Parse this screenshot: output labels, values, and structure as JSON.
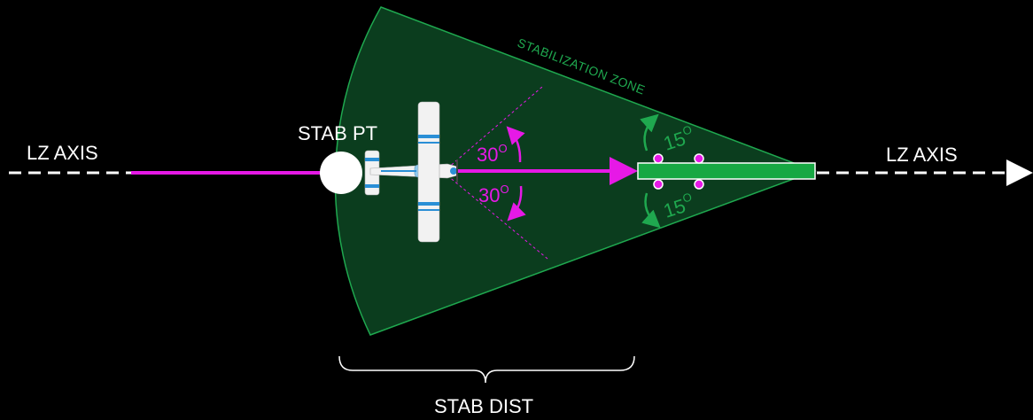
{
  "labels": {
    "lz_axis_left": "LZ AXIS",
    "lz_axis_right": "LZ AXIS",
    "stab_pt": "STAB PT",
    "stab_dist": "STAB DIST",
    "zone": "STABILIZATION ZONE",
    "angle_upper_30": "30",
    "angle_lower_30": "30",
    "angle_upper_15": "15",
    "angle_lower_15": "15",
    "degree_symbol": "O"
  },
  "colors": {
    "background": "#000000",
    "zone_fill": "#0b3d1e",
    "zone_stroke": "#1fa84f",
    "track": "#e619e6",
    "landing_zone": "#17a843",
    "axis": "#ffffff"
  },
  "icons": {
    "aircraft": "aircraft-top-view-icon",
    "stab_point": "circle-marker-icon"
  }
}
